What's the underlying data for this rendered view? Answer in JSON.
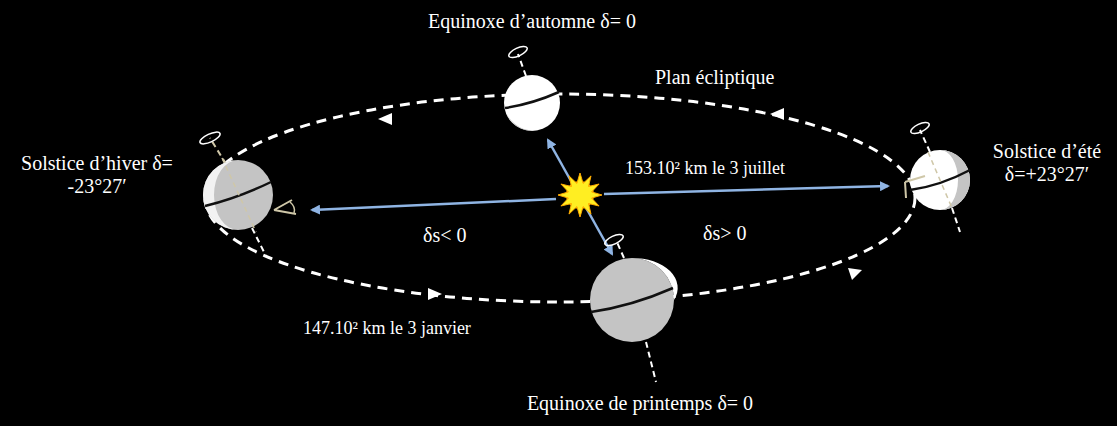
{
  "diagram": {
    "labels": [
      "Equinoxe d’automne δ= 0",
      "Plan écliptique",
      "153.10² km le 3 juillet",
      "Solstice d’été δ=+23°27′",
      "Solstice d’hiver δ= -23°27′",
      "δs< 0",
      "δs> 0",
      "147.10² km le 3 janvier",
      "Equinoxe de printemps δ= 0"
    ]
  }
}
